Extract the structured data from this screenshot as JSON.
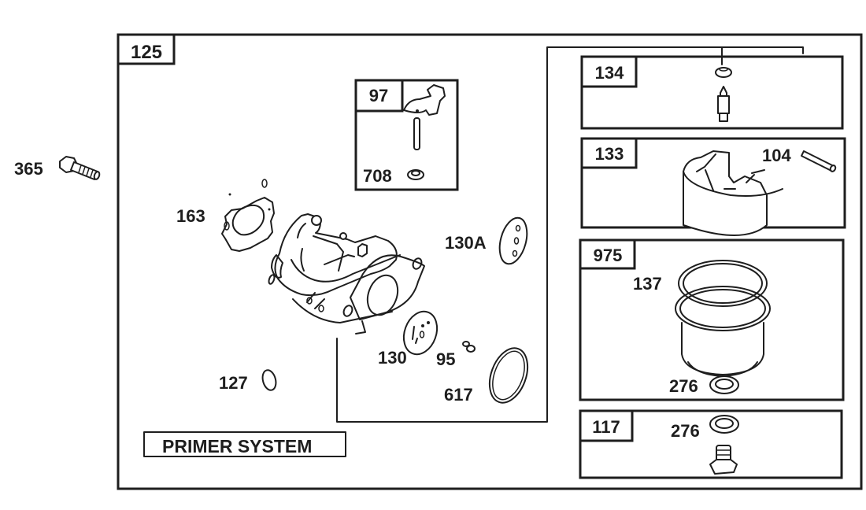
{
  "diagram": {
    "title_banner": "PRIMER SYSTEM",
    "main_kit": {
      "label": "125"
    },
    "loose_parts": [
      {
        "id": "365",
        "part": "bolt"
      }
    ],
    "main_parts": [
      {
        "id": "163",
        "part": "gasket"
      },
      {
        "id": "127",
        "part": "o-ring"
      },
      {
        "id": "130A",
        "part": "diaphragm"
      },
      {
        "id": "130",
        "part": "diaphragm"
      },
      {
        "id": "95",
        "part": "screw"
      },
      {
        "id": "617",
        "part": "o-ring"
      }
    ],
    "subkits": [
      {
        "id": "97",
        "parts": [
          {
            "id": "708",
            "part": "seal"
          }
        ],
        "part": "throttle shaft lever"
      },
      {
        "id": "134",
        "parts": [],
        "part": "needle and seat"
      },
      {
        "id": "133",
        "parts": [
          {
            "id": "104",
            "part": "float pin"
          }
        ],
        "part": "float"
      },
      {
        "id": "975",
        "parts": [
          {
            "id": "137",
            "part": "gasket"
          },
          {
            "id": "276",
            "part": "washer"
          }
        ],
        "part": "bowl"
      },
      {
        "id": "117",
        "parts": [
          {
            "id": "276",
            "part": "washer"
          }
        ],
        "part": "bowl nut"
      }
    ],
    "colors": {
      "ink": "#1e1e1e",
      "paper": "#ffffff"
    }
  }
}
